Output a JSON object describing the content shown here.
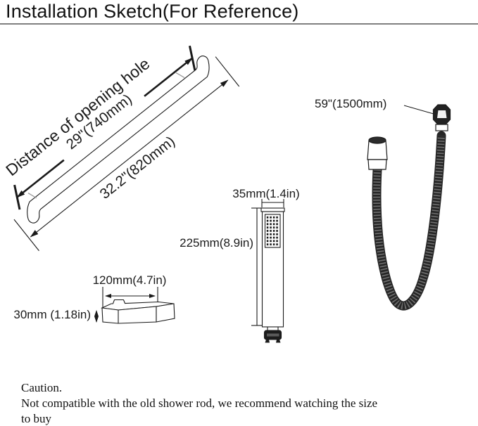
{
  "header": {
    "title": "Installation Sketch(For Reference)"
  },
  "colors": {
    "ink": "#1a1a1a",
    "rule_gray": "#808080",
    "connector_gray": "#9a9a9a",
    "hose_dark": "#262626",
    "hose_rib": "#6f6f6f"
  },
  "rod": {
    "label": "Distance of opening hole",
    "hole_distance": "29\"(740mm)",
    "overall_length": "32.2\"(820mm)"
  },
  "hose": {
    "length_label": "59\"(1500mm)"
  },
  "hand_shower": {
    "width_label": "35mm(1.4in)",
    "height_label": "225mm(8.9in)"
  },
  "spout": {
    "width_label": "120mm(4.7in)",
    "height_label": "30mm (1.18in)"
  },
  "caution": {
    "heading": "Caution.",
    "line1": "Not compatible with the old shower rod, we recommend watching the size",
    "line2": "to buy"
  }
}
